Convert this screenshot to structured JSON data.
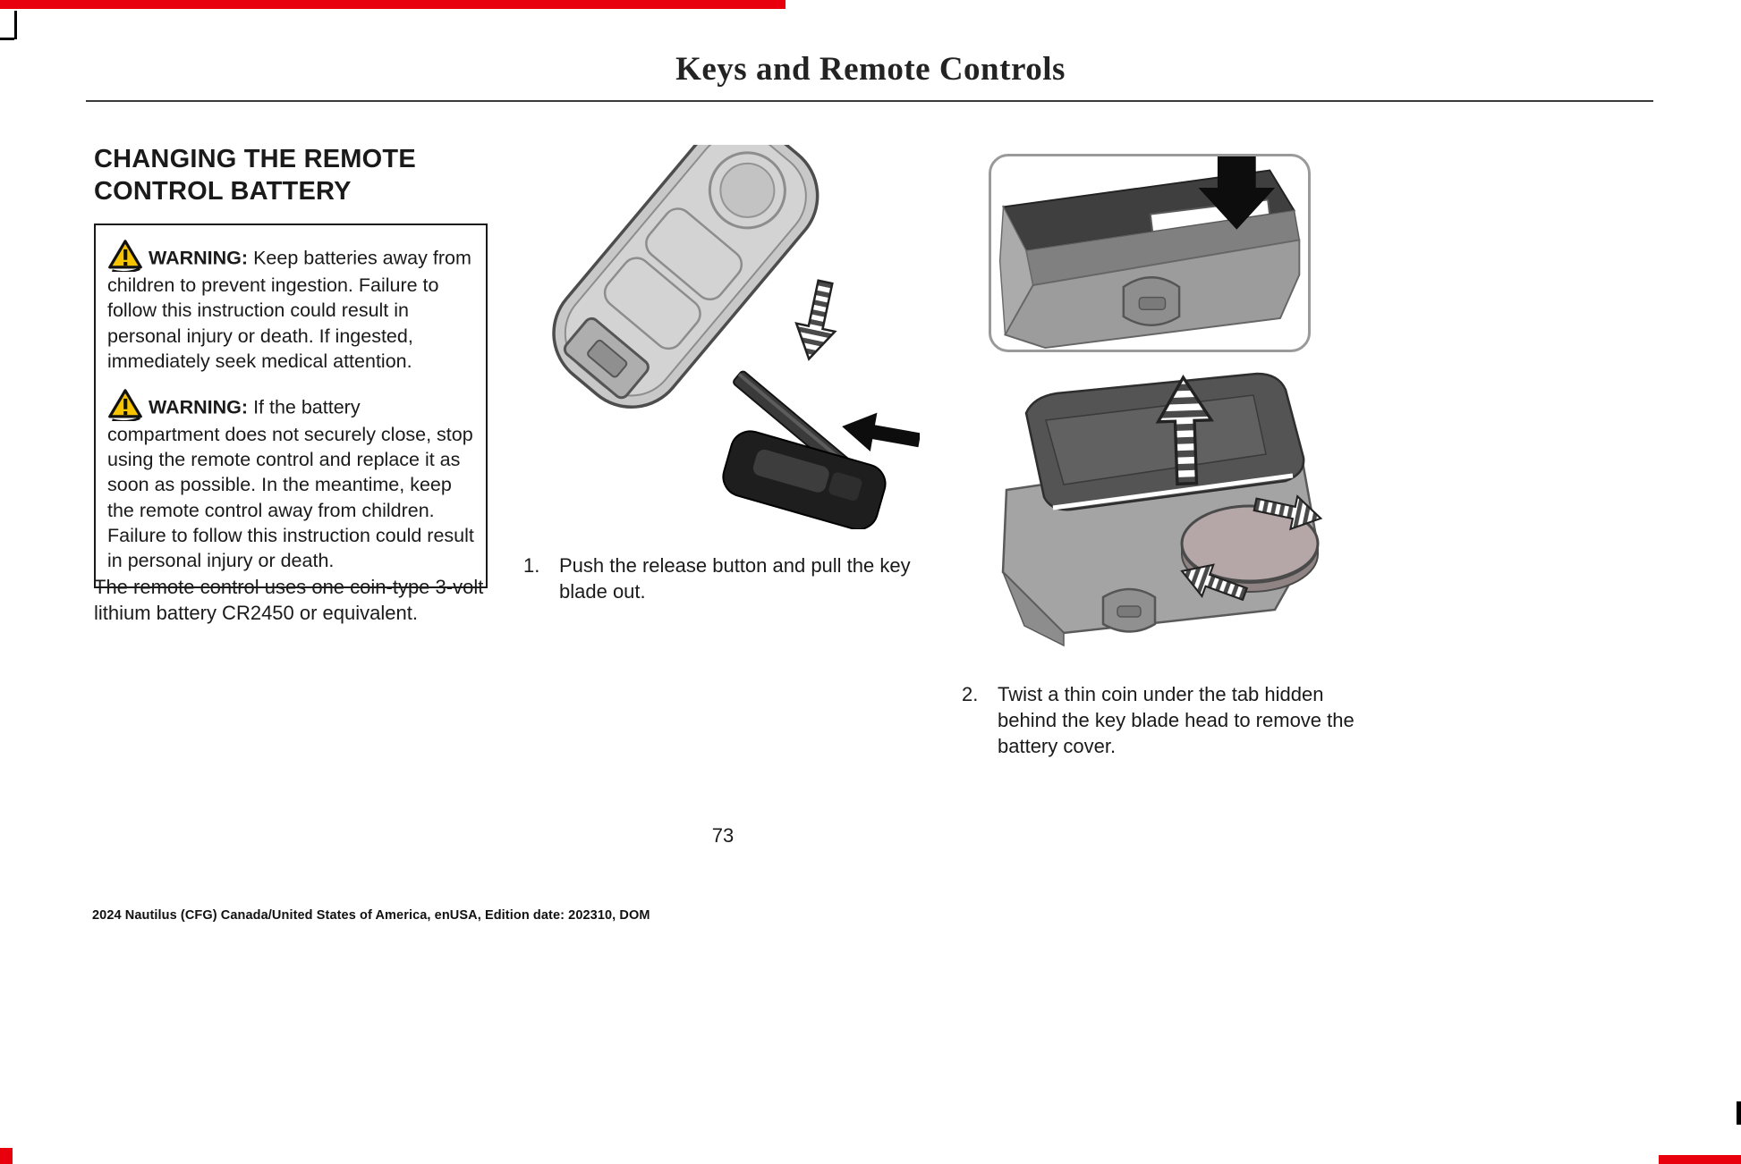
{
  "header": {
    "title": "Keys and Remote Controls"
  },
  "left": {
    "heading": "CHANGING THE REMOTE CONTROL BATTERY",
    "warnings": [
      {
        "label": "WARNING:",
        "text": "Keep batteries away from children to prevent ingestion. Failure to follow this instruction could result in personal injury or death. If ingested, immediately seek medical attention."
      },
      {
        "label": "WARNING:",
        "text": "If the battery compartment does not securely close, stop using the remote control and replace it as soon as possible. In the meantime, keep the remote control away from children. Failure to follow this instruction could result in personal injury or death."
      }
    ],
    "note": "The remote control uses one coin-type 3-volt lithium battery CR2450 or equivalent."
  },
  "steps": [
    {
      "number": "1.",
      "text": "Push the release button and pull the key blade out."
    },
    {
      "number": "2.",
      "text": "Twist a thin coin under the tab hidden behind the key blade head to remove the battery cover."
    }
  ],
  "illustrations": {
    "fob": "key-fob-with-key-blade-removed",
    "slot": "battery-compartment-tab-slot",
    "cover": "battery-cover-removal-with-coin-cell"
  },
  "footer": {
    "page_number": "73",
    "edition": "2024 Nautilus (CFG) Canada/United States of America, enUSA, Edition date: 202310, DOM"
  },
  "colors": {
    "accent_red": "#e8000d",
    "warning_yellow": "#f7c500",
    "ink": "#1a1a1a"
  }
}
